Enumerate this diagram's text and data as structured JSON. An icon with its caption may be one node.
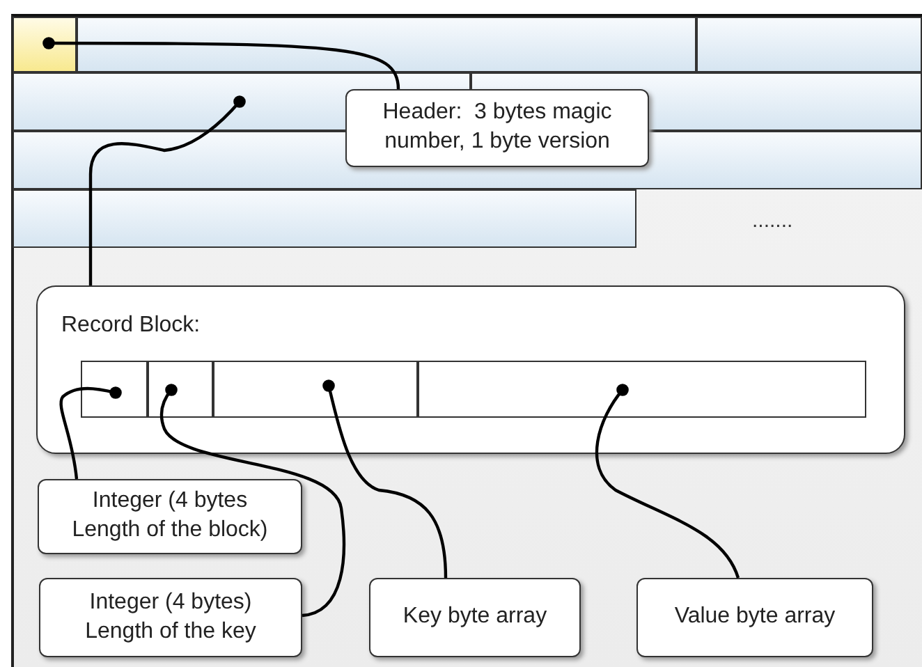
{
  "diagram": {
    "nodes": [
      {
        "text": [],
        "shape": "box"
      },
      {
        "text": [],
        "shape": "bar"
      },
      {
        "text": [],
        "shape": "bar"
      },
      {
        "text": [],
        "shape": "bar"
      },
      {
        "text": [],
        "shape": "bar"
      },
      {
        "text": [
          "Header:  3 bytes magic number, 1 byte version"
        ]
      },
      {
        "text": [],
        "shape": "bar"
      },
      {
        "text": [],
        "shape": "bar"
      },
      {
        "text": [
          "Record Block:"
        ]
      },
      {
        "text": [],
        "shape": "box",
        "in": 8
      },
      {
        "text": [],
        "shape": "box",
        "in": 8
      },
      {
        "text": [],
        "shape": "box",
        "in": 8
      },
      {
        "text": [],
        "shape": "box",
        "in": 8
      },
      {
        "text": [
          "Integer (4 bytes Length of the block)"
        ]
      },
      {
        "text": [
          "Integer (4 bytes) Length of the key"
        ]
      },
      {
        "text": [
          "Key byte array"
        ]
      },
      {
        "text": [
          "Value byte array"
        ]
      }
    ],
    "edges": [
      {
        "from": 5,
        "to": 0,
        "arrow": "other"
      },
      {
        "from": 8,
        "to": 3,
        "arrow": "other"
      },
      {
        "from": 13,
        "to": 9,
        "arrow": "other"
      },
      {
        "from": 14,
        "to": 10,
        "arrow": "other"
      },
      {
        "from": 15,
        "to": 11,
        "arrow": "other"
      },
      {
        "from": 16,
        "to": 12,
        "arrow": "other"
      }
    ],
    "labels": [
      "......."
    ]
  }
}
